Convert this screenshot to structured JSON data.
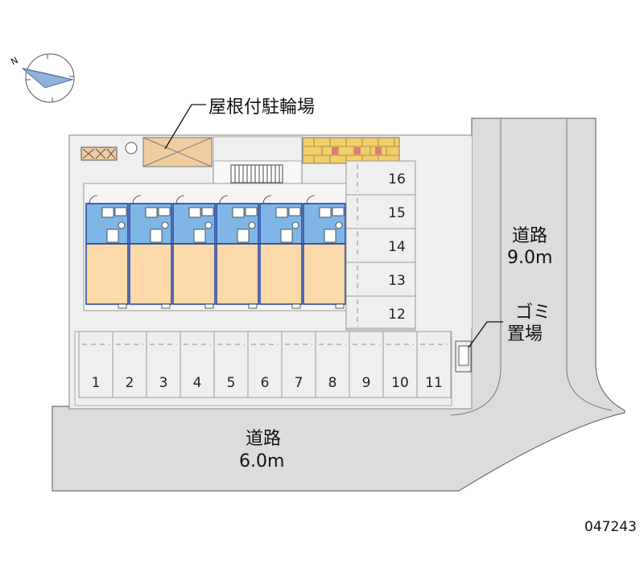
{
  "labels": {
    "covered_bike_parking": "屋根付駐輪場",
    "road_right_name": "道路",
    "road_right_width": "9.0m",
    "road_bottom_name": "道路",
    "road_bottom_width": "6.0m",
    "garbage_line1": "ゴミ",
    "garbage_line2": "置場",
    "property_id": "047243"
  },
  "parking_spaces_bottom": [
    "1",
    "2",
    "3",
    "4",
    "5",
    "6",
    "7",
    "8",
    "9",
    "10",
    "11"
  ],
  "parking_spaces_right": [
    "16",
    "15",
    "14",
    "13",
    "12"
  ],
  "colors": {
    "road": "#dcdcdc",
    "lot": "#efefef",
    "building_outline": "#1a3ea0",
    "room_wet_area": "#7fb6e6",
    "room_main": "#fbd9a8",
    "bike_roof": "#f0cda0",
    "brick": "#f2cf6a",
    "brick_accent": "#e07a7a"
  },
  "icons": {
    "compass": "north-arrow-icon"
  }
}
